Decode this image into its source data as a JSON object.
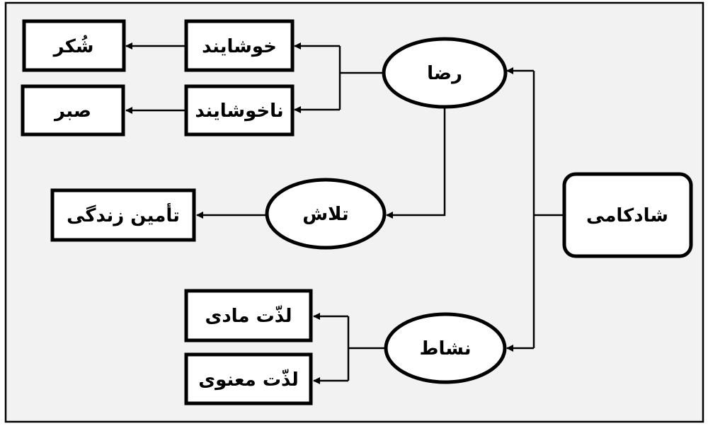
{
  "nodes": {
    "root": "شادکامی",
    "satisfaction": "رضا",
    "effort": "تلاش",
    "vitality": "نشاط",
    "pleasant": "خوشایند",
    "unpleasant": "ناخوشایند",
    "gratitude": "شُکر",
    "patience": "صبر",
    "livelihood": "تأمین زندگی",
    "material_pleasure": "لذّت مادی",
    "spiritual_pleasure": "لذّت معنوی"
  },
  "colors": {
    "background": "#f2f2f2",
    "node_fill": "#ffffff",
    "stroke": "#000000"
  }
}
